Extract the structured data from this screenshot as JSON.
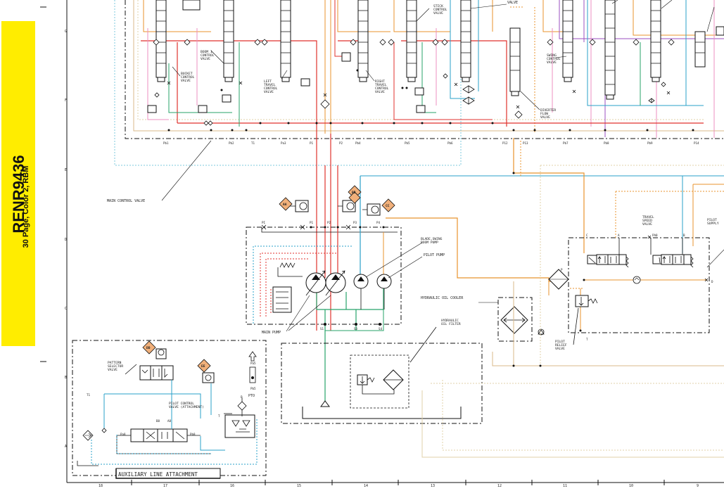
{
  "document": {
    "id": "RENR9436",
    "subtitle": "30 Page, Color 2, RBM"
  },
  "colors": {
    "pilot_orange": "#e8932d",
    "supply_red": "#e0322d",
    "pump_blue": "#2aa0c9",
    "return_green": "#27a36a",
    "purple": "#9b4fc2",
    "pink": "#ec8fc0",
    "tan": "#d8b98a",
    "beige": "#e0d2a8",
    "grey": "#999999",
    "black": "#111111",
    "tag_fill": "#f1b07a"
  },
  "labels": {
    "main_control_valve": "MAIN CONTROL VALVE",
    "main_pump": "MAIN PUMP",
    "pilot_pump": "PILOT PUMP",
    "blade_swing_boom_pump": "BLADE,SWING\nBOOM PUMP",
    "hydraulic_oil_cooler": "HYDRAULIC OIL COOLER",
    "hydraulic_oil_filter": "HYDRAULIC\nOIL FILTER",
    "bucket_control_valve": "BUCKET\nCONTROL\nVALVE",
    "boom1_control_valve": "BOOM 1\nCONTROL\nVALVE",
    "left_travel_control_valve": "LEFT\nTRAVEL\nCONTROL\nVALVE",
    "right_travel_control_valve": "RIGHT\nTRAVEL\nCONTROL\nVALVE",
    "stick_control_valve": "STICK\nCONTROL\nVALVE",
    "swing_control_valve": "SWING\nCONTROL\nVALVE",
    "diverter_flow_valve": "DIVERTER\nFLOW\nVALVE",
    "travel_speed_valve": "TRAVEL\nSPEED\nVALVE",
    "pilot_supply": "PILOT\nSUPPLY",
    "pilot_relief_valve": "PILOT\nRELIEF\nVALVE",
    "pattern_selector_valve": "PATTERN\nSELECTOR\nVALVE",
    "pilot_control_valve_attachment": "PILOT CONTROL\nVALVE (ATTACHMENT)",
    "pto": "PTO",
    "auxiliary_line_attachment": "AUXILIARY LINE ATTACHMENT",
    "valve_top": "VALVE"
  },
  "ports": {
    "pb1": "Pb1",
    "pb2": "Pb2",
    "t1": "T1",
    "pa3": "Pa3",
    "p1": "P1",
    "p2": "P2",
    "pb4": "Pb4",
    "pb5": "Pb5",
    "pb6": "Pb6",
    "p12": "P12",
    "p13": "P13",
    "pb7": "Pb7",
    "pb8": "Pb8",
    "pb9": "Pb9",
    "p14": "P14",
    "pump_p1": "P1",
    "pump_p2": "P2",
    "pump_p3": "P3",
    "pump_p4": "P4",
    "pump_pi": "PI",
    "s1": "S1",
    "s3": "S3",
    "s4": "S4",
    "c": "C",
    "a": "A",
    "pa0": "PA0",
    "b": "B",
    "d": "D",
    "p": "P",
    "t": "T",
    "aux_t1": "T1",
    "pa8": "Pa8",
    "pa5": "Pa5",
    "b8": "B8",
    "a8": "A8",
    "aux_p": "P",
    "aux_t": "T"
  },
  "tags": {
    "aa": "AA",
    "bb": "BB",
    "cc": "CC",
    "dd": "DD",
    "ee": "EE"
  },
  "grid": {
    "bottom": [
      "18",
      "17",
      "16",
      "15",
      "14",
      "13",
      "12",
      "11",
      "10",
      "9"
    ],
    "left": [
      "G",
      "F",
      "E",
      "D",
      "C",
      "B",
      "A"
    ]
  }
}
